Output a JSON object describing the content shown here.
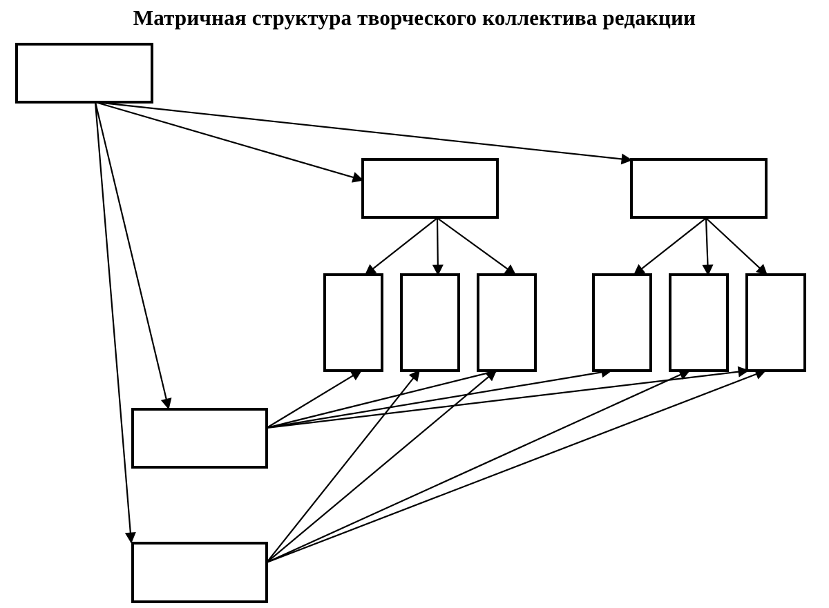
{
  "title": "Матричная структура творческого коллектива редакции",
  "colors": {
    "stroke": "#000000",
    "background": "#ffffff"
  },
  "nodes": [
    {
      "id": "head",
      "label": ""
    },
    {
      "id": "dept-a",
      "label": ""
    },
    {
      "id": "dept-b",
      "label": ""
    },
    {
      "id": "unit-a1",
      "label": ""
    },
    {
      "id": "unit-a2",
      "label": ""
    },
    {
      "id": "unit-a3",
      "label": ""
    },
    {
      "id": "unit-b1",
      "label": ""
    },
    {
      "id": "unit-b2",
      "label": ""
    },
    {
      "id": "unit-b3",
      "label": ""
    },
    {
      "id": "project-1",
      "label": ""
    },
    {
      "id": "project-2",
      "label": ""
    }
  ],
  "edges": [
    {
      "from": "head",
      "to": "dept-a"
    },
    {
      "from": "head",
      "to": "dept-b"
    },
    {
      "from": "head",
      "to": "project-1"
    },
    {
      "from": "head",
      "to": "project-2"
    },
    {
      "from": "dept-a",
      "to": "unit-a1"
    },
    {
      "from": "dept-a",
      "to": "unit-a2"
    },
    {
      "from": "dept-a",
      "to": "unit-a3"
    },
    {
      "from": "dept-b",
      "to": "unit-b1"
    },
    {
      "from": "dept-b",
      "to": "unit-b2"
    },
    {
      "from": "dept-b",
      "to": "unit-b3"
    },
    {
      "from": "project-1",
      "to": "unit-a1"
    },
    {
      "from": "project-1",
      "to": "unit-a3"
    },
    {
      "from": "project-1",
      "to": "unit-b1"
    },
    {
      "from": "project-1",
      "to": "unit-b3"
    },
    {
      "from": "project-2",
      "to": "unit-a2"
    },
    {
      "from": "project-2",
      "to": "unit-a3"
    },
    {
      "from": "project-2",
      "to": "unit-b2"
    },
    {
      "from": "project-2",
      "to": "unit-b3"
    }
  ]
}
